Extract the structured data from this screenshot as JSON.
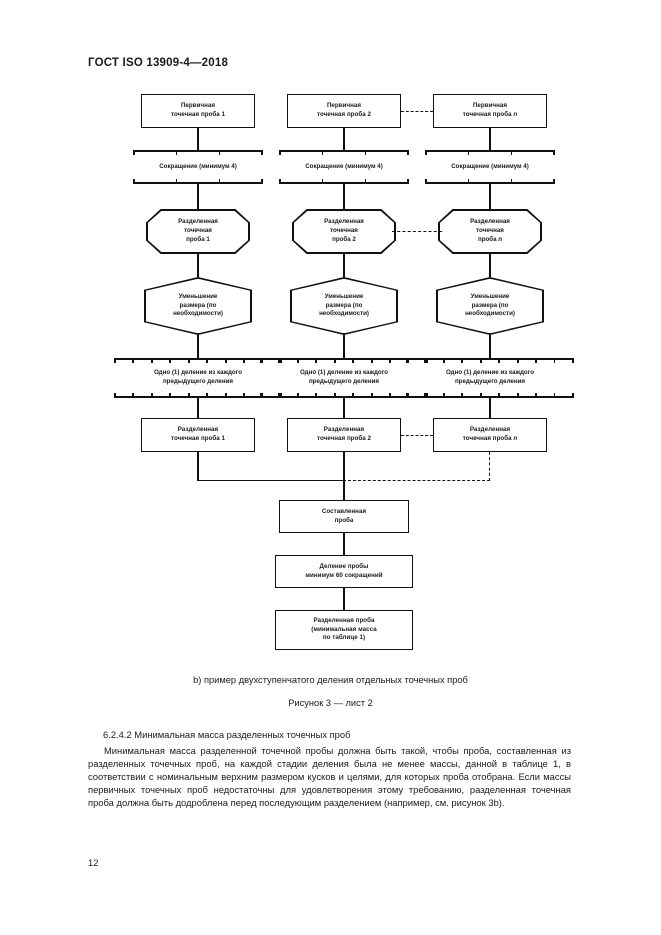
{
  "document": {
    "header": "ГОСТ ISO 13909-4—2018",
    "page_number": "12"
  },
  "figure": {
    "columns": [
      {
        "primary_increment": "Первичная\nточечная проба 1",
        "reduction": "Сокращение (минимум 4)",
        "divided_increment_oct": "Разделенная\nточечная\nпроба 1",
        "size_reduction": "Уменьшение\nразмера (по\nнеобходимости)",
        "one_division": "Одно (1) деление из каждого\nпредыдущего деления",
        "divided_increment_box": "Разделенная\nточечная проба 1"
      },
      {
        "primary_increment": "Первичная\nточечная проба 2",
        "reduction": "Сокращение (минимум 4)",
        "divided_increment_oct": "Разделенная\nточечная\nпроба 2",
        "size_reduction": "Уменьшение\nразмера (по\nнеобходимости)",
        "one_division": "Одно (1) деление из каждого\nпредыдущего деления",
        "divided_increment_box": "Разделенная\nточечная проба 2"
      },
      {
        "primary_increment": "Первичная\nточечная проба n",
        "reduction": "Сокращение (минимум 4)",
        "divided_increment_oct": "Разделенная\nточечная\nпроба n",
        "size_reduction": "Уменьшение\nразмера (по\nнеобходимости)",
        "one_division": "Одно (1) деление из каждого\nпредыдущего деления",
        "divided_increment_box": "Разделенная\nточечная проба n"
      }
    ],
    "composite_sample": "Составленная\nпроба",
    "sample_division": "Деление пробы\nминимум 60 сокращений",
    "divided_sample": "Разделенная проба\n(минимальная масса\nпо таблице 1)",
    "caption_b": "b)  пример двухступенчатого деления отдельных точечных проб",
    "caption_figure": "Рисунок 3 — лист 2"
  },
  "body": {
    "section_heading": "6.2.4.2  Минимальная масса разделенных точечных проб",
    "paragraph": "Минимальная масса разделенной точечной пробы должна быть такой, чтобы проба, составленная из разделенных точечных проб, на каждой стадии деления была не менее массы, данной в таблице 1, в соответствии с номинальным верхним размером кусков и целями, для которых проба отобрана. Если массы первичных точечных проб недостаточны для удовлетворения этому требованию, разделенная точечная проба должна быть додроблена перед последующим разделением (например, см. рисунок 3b)."
  }
}
